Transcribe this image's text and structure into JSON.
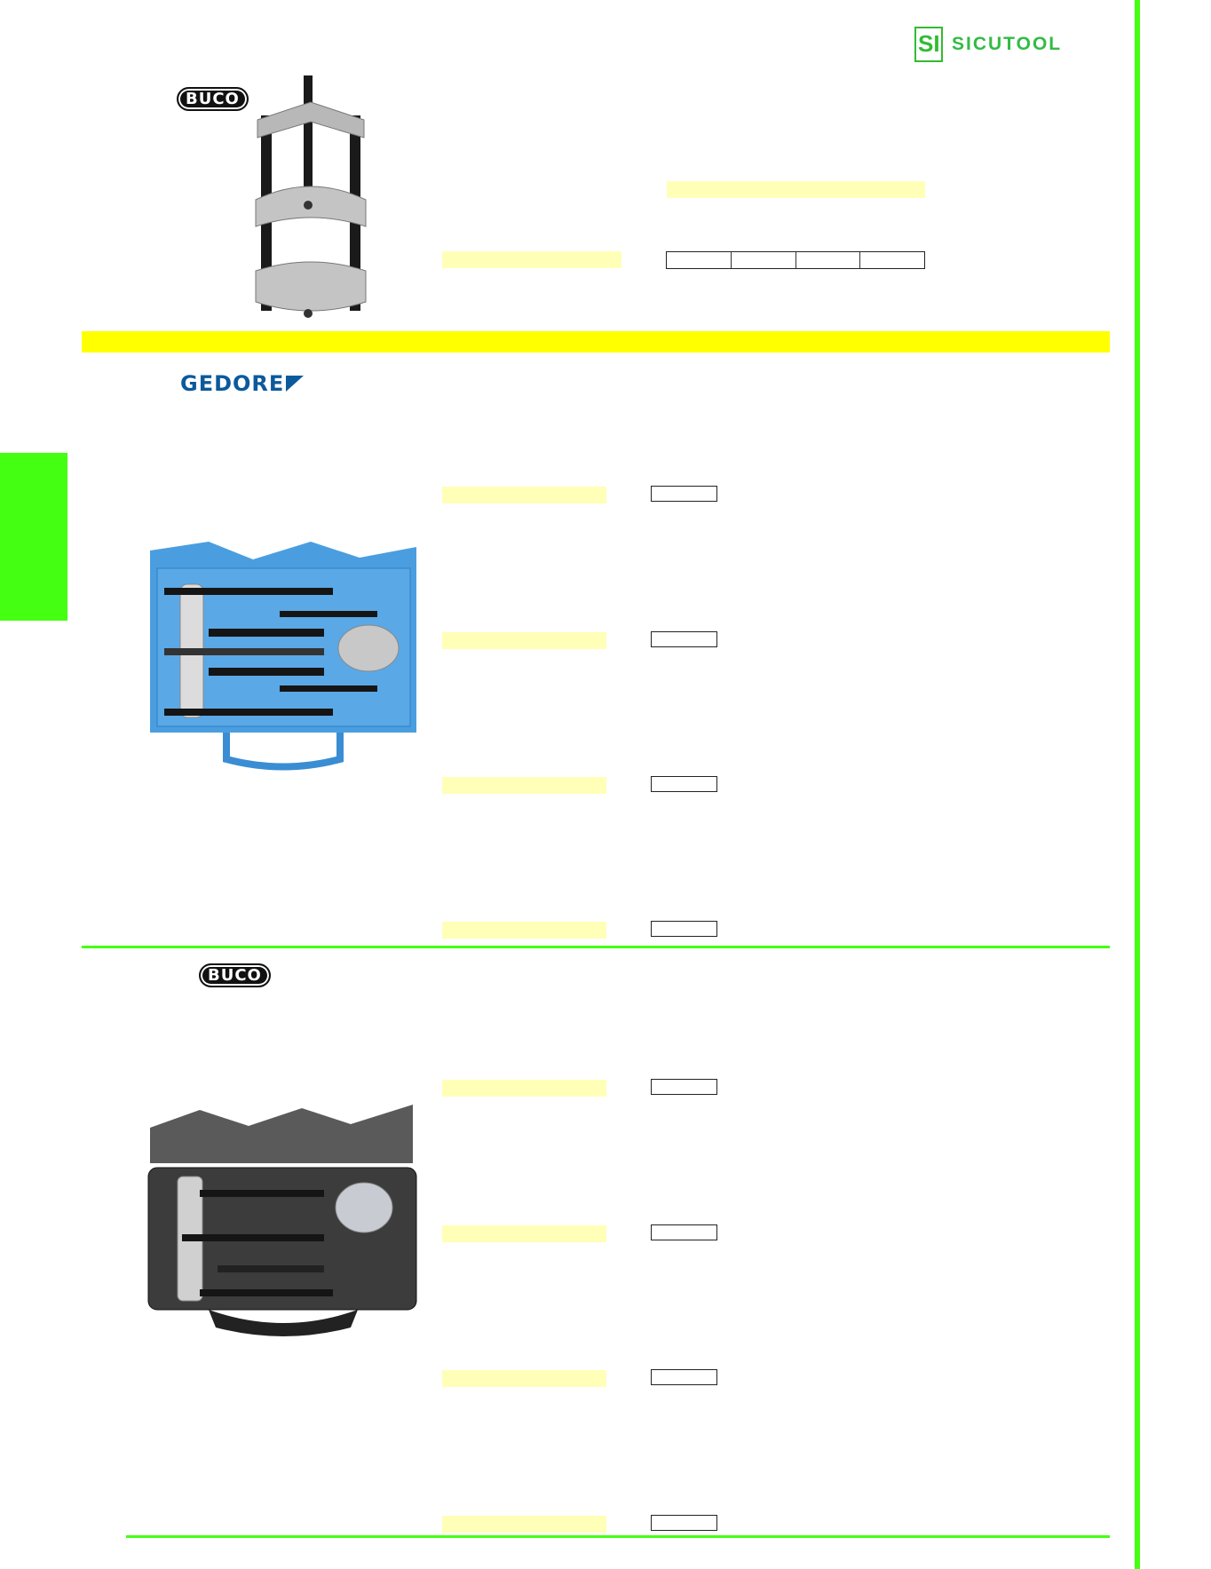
{
  "brand": {
    "name": "SICUTOOL",
    "accent": "#44ff11",
    "highlight": "#ffff00",
    "field_fill": "#ffffb8"
  },
  "header": {
    "logo_text": "SICUTOOL",
    "logo_mark": "SI"
  },
  "section1": {
    "brand_logo": "BUCO",
    "image_alt": "separator puller with cross beam and split bearing plates",
    "spec_cells": [
      "",
      "",
      "",
      ""
    ]
  },
  "section2": {
    "brand_logo": "GEDORE",
    "image_alt": "separator puller set in blue metal case",
    "rows": [
      {
        "field": "",
        "value": ""
      },
      {
        "field": "",
        "value": ""
      },
      {
        "field": "",
        "value": ""
      },
      {
        "field": "",
        "value": ""
      }
    ]
  },
  "section3": {
    "brand_logo": "BUCO",
    "image_alt": "separator puller set in black plastic case with foam",
    "rows": [
      {
        "field": "",
        "value": ""
      },
      {
        "field": "",
        "value": ""
      },
      {
        "field": "",
        "value": ""
      },
      {
        "field": "",
        "value": ""
      }
    ]
  }
}
